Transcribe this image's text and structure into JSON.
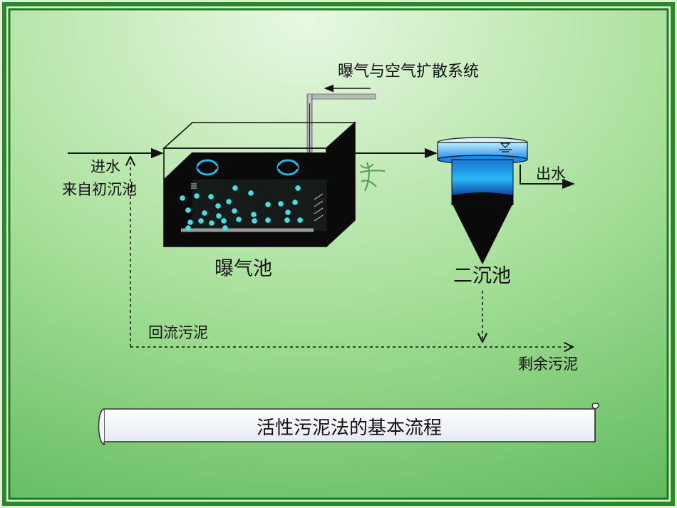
{
  "labels": {
    "aeration_system": "曝气与空气扩散系统",
    "inflow": "进水",
    "from_primary": "来自初沉池",
    "aeration_tank": "曝气池",
    "secondary_clarifier": "二沉池",
    "outflow": "出水",
    "return_sludge": "回流污泥",
    "excess_sludge": "剩余污泥",
    "banner_title": "活性污泥法的基本流程"
  },
  "colors": {
    "frame_green": "#1E7A1E",
    "bg_light": "#E6F7DF",
    "bg_mid": "#A3DE95",
    "bg_dark": "#5CB85A",
    "bubble": "#3FE0E8",
    "water_blue": "#1E88E5"
  }
}
